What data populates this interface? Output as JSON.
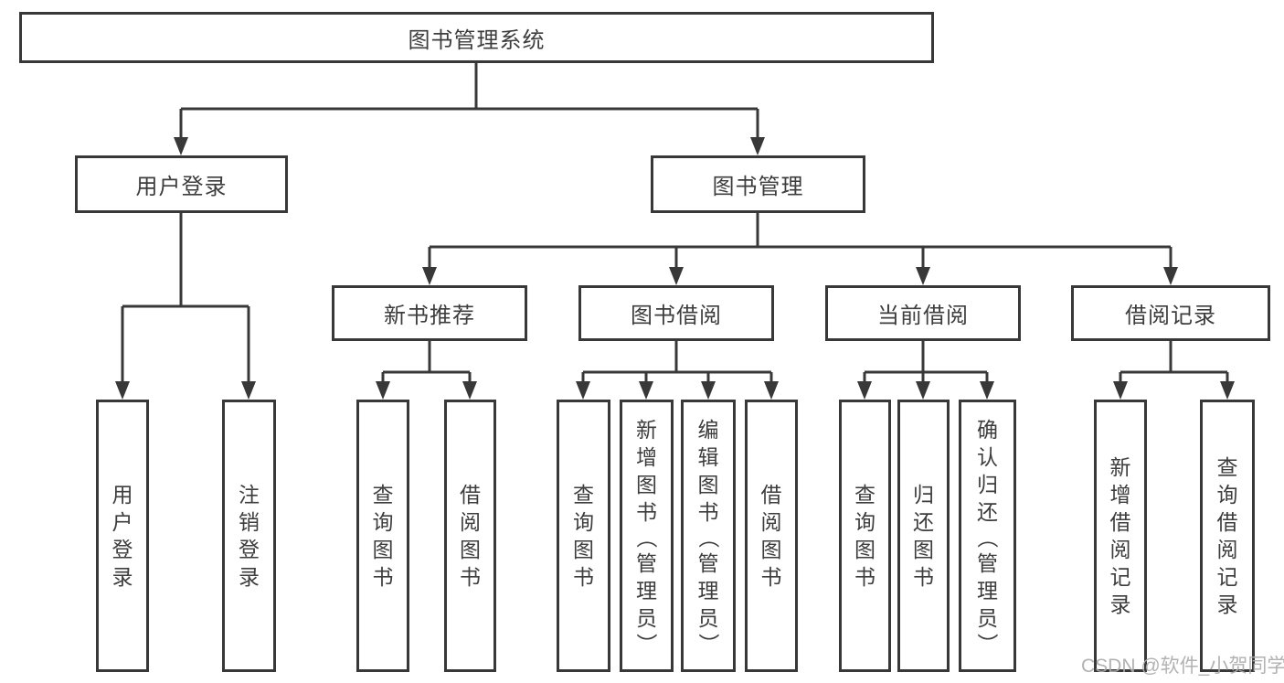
{
  "nodes": {
    "root": "图书管理系统",
    "user_login": "用户登录",
    "book_mgmt": "图书管理",
    "new_book_rec": "新书推荐",
    "book_borrow": "图书借阅",
    "current_borrow": "当前借阅",
    "borrow_records": "借阅记录",
    "ul_user_login": "用户登录",
    "ul_logout": "注销登录",
    "nbr_query_books": "查询图书",
    "nbr_borrow_books": "借阅图书",
    "bb_query_books": "查询图书",
    "bb_add_books": "新增图书（管理员）",
    "bb_edit_books": "编辑图书（管理员）",
    "bb_borrow_books": "借阅图书",
    "cb_query_books": "查询图书",
    "cb_return_books": "归还图书",
    "cb_confirm_return": "确认归还（管理员）",
    "br_add_record": "新增借阅记录",
    "br_query_record": "查询借阅记录"
  },
  "watermark": "CSDN @软件_小贺同学",
  "colors": {
    "line": "#383838",
    "text": "#3d3d3d",
    "watermark": "#ababab",
    "background": "#ffffff"
  }
}
